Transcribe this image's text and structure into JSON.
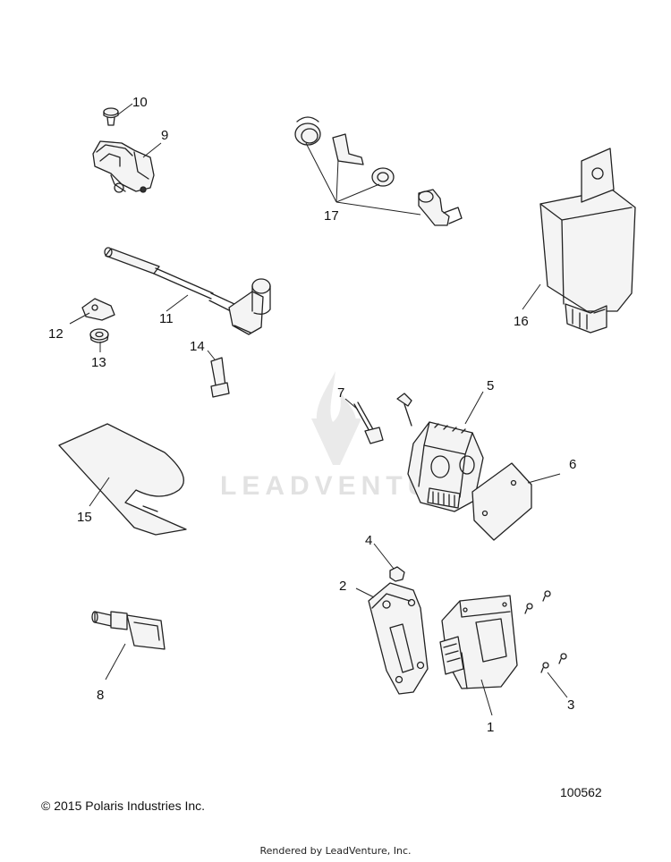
{
  "watermark": {
    "text": "LEADVENTURE"
  },
  "callouts": [
    {
      "id": "1",
      "label": "1"
    },
    {
      "id": "2",
      "label": "2"
    },
    {
      "id": "3",
      "label": "3"
    },
    {
      "id": "4",
      "label": "4"
    },
    {
      "id": "5",
      "label": "5"
    },
    {
      "id": "6",
      "label": "6"
    },
    {
      "id": "7",
      "label": "7"
    },
    {
      "id": "8",
      "label": "8"
    },
    {
      "id": "9",
      "label": "9"
    },
    {
      "id": "10",
      "label": "10"
    },
    {
      "id": "11",
      "label": "11"
    },
    {
      "id": "12",
      "label": "12"
    },
    {
      "id": "13",
      "label": "13"
    },
    {
      "id": "14",
      "label": "14"
    },
    {
      "id": "15",
      "label": "15"
    },
    {
      "id": "16",
      "label": "16"
    },
    {
      "id": "17",
      "label": "17"
    }
  ],
  "footer": {
    "copyright": "© 2015 Polaris Industries Inc.",
    "reference_number": "100562",
    "rendered_by": "Rendered by LeadVenture, Inc."
  }
}
